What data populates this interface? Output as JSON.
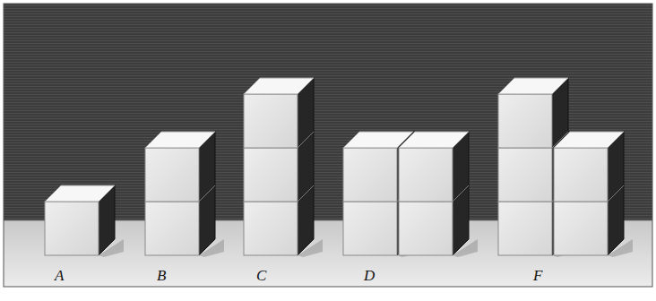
{
  "diagram": {
    "labels": [
      "A",
      "B",
      "C",
      "D",
      "F"
    ]
  }
}
